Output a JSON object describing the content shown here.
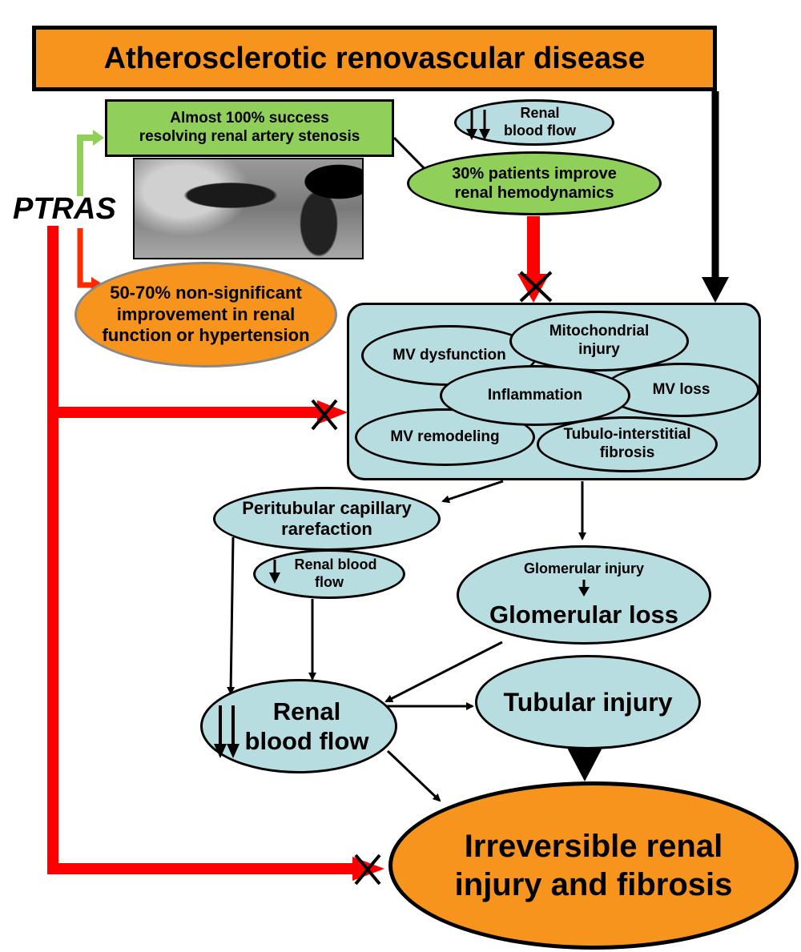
{
  "header": {
    "title": "Atherosclerotic renovascular disease"
  },
  "ptras": {
    "label": "PTRAS"
  },
  "success": {
    "line1": "Almost 100% success",
    "line2": "resolving renal artery stenosis"
  },
  "top_flow": {
    "line1": "Renal",
    "line2": "blood flow"
  },
  "improve": {
    "line1": "30% patients improve",
    "line2": "renal hemodynamics"
  },
  "nonsig": {
    "line1": "50-70% non-significant",
    "line2": "improvement in renal",
    "line3": "function or hypertension"
  },
  "panel": {
    "mv_dysfunction": "MV dysfunction",
    "mito_line1": "Mitochondrial",
    "mito_line2": "injury",
    "inflammation": "Inflammation",
    "mv_loss": "MV loss",
    "mv_remodeling": "MV remodeling",
    "tubulo_line1": "Tubulo-interstitial",
    "tubulo_line2": "fibrosis"
  },
  "peritubular": {
    "line1": "Peritubular capillary",
    "line2": "rarefaction"
  },
  "mid_flow": {
    "line1": "Renal blood",
    "line2": "flow"
  },
  "glomerular": {
    "injury": "Glomerular injury",
    "loss": "Glomerular loss"
  },
  "renal_flow": {
    "line1": "Renal",
    "line2": "blood flow"
  },
  "tubular": {
    "label": "Tubular injury"
  },
  "irreversible": {
    "line1": "Irreversible renal",
    "line2": "injury and fibrosis"
  },
  "colors": {
    "header": "#f7941d",
    "node_blue": "#b8dde1",
    "node_green": "#8fcf5a",
    "ptras_red": "#ff0000",
    "ptras_green": "#8fcf5a"
  }
}
